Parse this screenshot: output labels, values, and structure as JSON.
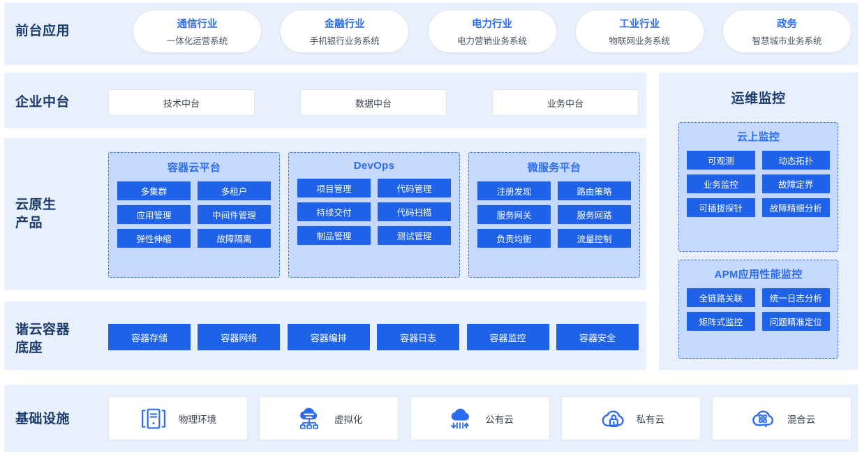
{
  "rows": {
    "apps": {
      "label": "前台应用"
    },
    "mid": {
      "label": "企业中台"
    },
    "cloud_native": {
      "label": "云原生\n产品"
    },
    "base": {
      "label": "谐云容器\n底座"
    },
    "infra": {
      "label": "基础设施"
    }
  },
  "front_apps": [
    {
      "title": "通信行业",
      "subtitle": "一体化运营系统"
    },
    {
      "title": "金融行业",
      "subtitle": "手机银行业务系统"
    },
    {
      "title": "电力行业",
      "subtitle": "电力营销业务系统"
    },
    {
      "title": "工业行业",
      "subtitle": "物联网业务系统"
    },
    {
      "title": "政务",
      "subtitle": "智慧城市业务系统"
    }
  ],
  "mid_platform": [
    {
      "label": "技术中台"
    },
    {
      "label": "数据中台"
    },
    {
      "label": "业务中台"
    }
  ],
  "cloud_native_groups": [
    {
      "title": "容器云平台",
      "chips": [
        "多集群",
        "多租户",
        "应用管理",
        "中间件管理",
        "弹性伸缩",
        "故障隔离"
      ]
    },
    {
      "title": "DevOps",
      "chips": [
        "项目管理",
        "代码管理",
        "持续交付",
        "代码扫描",
        "制品管理",
        "测试管理"
      ]
    },
    {
      "title": "微服务平台",
      "chips": [
        "注册发现",
        "路由策略",
        "服务网关",
        "服务网路",
        "负责均衡",
        "流量控制"
      ]
    }
  ],
  "container_base": [
    {
      "label": "容器存储"
    },
    {
      "label": "容器网络"
    },
    {
      "label": "容器编排"
    },
    {
      "label": "容器日志"
    },
    {
      "label": "容器监控"
    },
    {
      "label": "容器安全"
    }
  ],
  "ops_monitoring": {
    "title": "运维监控",
    "groups": [
      {
        "title": "云上监控",
        "chips": [
          "可观测",
          "动态拓扑",
          "业务监控",
          "故障定界",
          "可插拔探针",
          "故障精细分析"
        ]
      },
      {
        "title": "APM应用性能监控",
        "chips": [
          "全链路关联",
          "统一日志分析",
          "矩阵式监控",
          "问题精准定位"
        ]
      }
    ]
  },
  "infrastructure": [
    {
      "label": "物理环境",
      "icon": "server-rack-icon"
    },
    {
      "label": "虚拟化",
      "icon": "cloud-network-icon"
    },
    {
      "label": "公有云",
      "icon": "public-cloud-icon"
    },
    {
      "label": "私有云",
      "icon": "private-cloud-lock-icon"
    },
    {
      "label": "混合云",
      "icon": "hybrid-cloud-icon"
    }
  ],
  "colors": {
    "band_bg": "#e8f0fd",
    "chip_blue": "#1f62e8",
    "group_bg": "#c6d8fb",
    "group_border": "#3f72d8",
    "accent_text": "#2b6cf0",
    "label_text": "#1b3a6b"
  }
}
